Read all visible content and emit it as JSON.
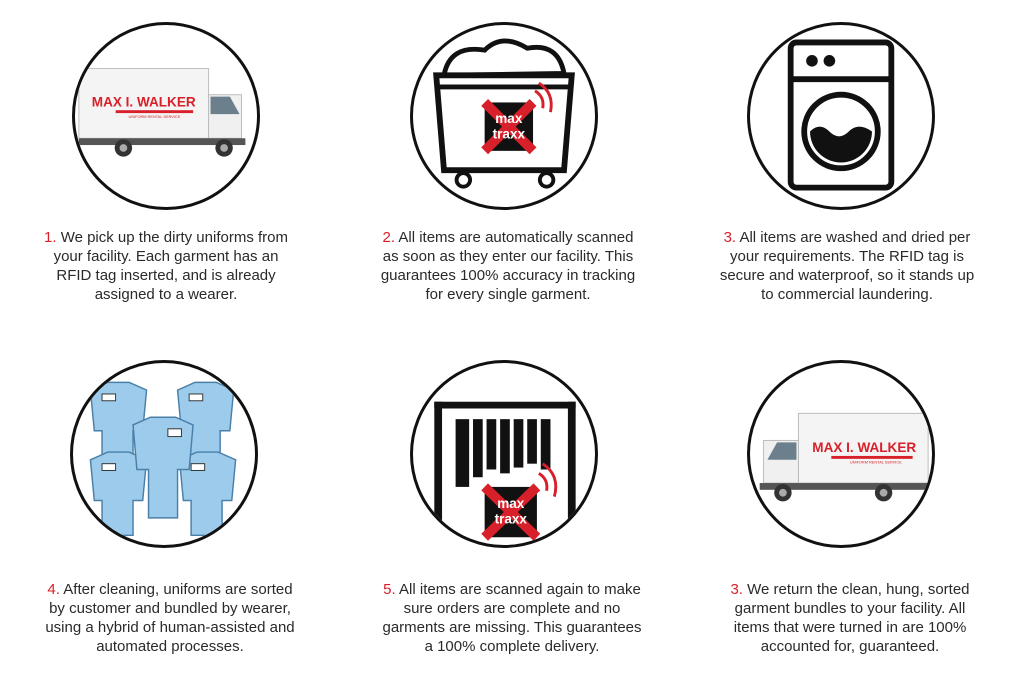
{
  "brand": {
    "truck_logo_main": "MAX I. WALKER",
    "truck_logo_sub": "UNIFORM RENTAL SERVICE",
    "tag_logo_line1": "max",
    "tag_logo_line2": "traxx",
    "accent_color": "#d8202a"
  },
  "steps": [
    {
      "number": "1.",
      "text": "We pick up the dirty uniforms from your facility. Each garment has an RFID tag inserted, and is already assigned to a wearer.",
      "icon": "pickup-truck-icon"
    },
    {
      "number": "2.",
      "text": "All items are automatically scanned as soon as they enter our facility. This guarantees 100% accuracy in tracking for every single garment.",
      "icon": "laundry-cart-scan-icon"
    },
    {
      "number": "3.",
      "text": "All items are washed and dried per your requirements. The RFID tag is secure and waterproof, so it stands up to commercial laundering.",
      "icon": "washing-machine-icon"
    },
    {
      "number": "4.",
      "text": "After cleaning, uniforms are sorted by customer and bundled by wearer, using a hybrid of human-assisted and automated processes.",
      "icon": "sorted-shirts-icon"
    },
    {
      "number": "5.",
      "text": "All items are scanned again to make sure orders are complete and no garments are missing. This guarantees a 100% complete delivery.",
      "icon": "garment-rack-scan-icon"
    },
    {
      "number": "3.",
      "text": "We return the clean, hung, sorted garment bundles to your facility. All items that were turned in are 100% accounted for, guaranteed.",
      "icon": "delivery-truck-icon"
    }
  ]
}
